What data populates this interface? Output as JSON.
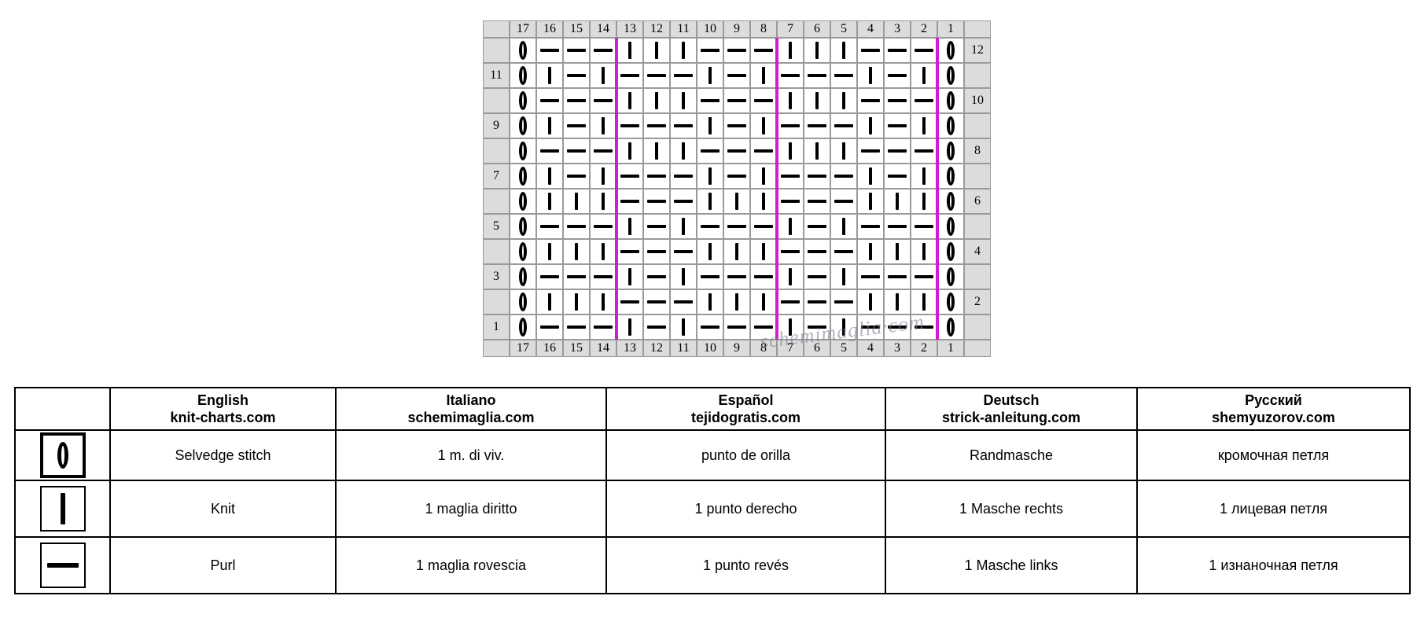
{
  "chart": {
    "column_numbers": [
      "17",
      "16",
      "15",
      "14",
      "13",
      "12",
      "11",
      "10",
      "9",
      "8",
      "7",
      "6",
      "5",
      "4",
      "3",
      "2",
      "1"
    ],
    "right_row_labels": [
      "12",
      "",
      "10",
      "",
      "8",
      "",
      "6",
      "",
      "4",
      "",
      "2",
      ""
    ],
    "left_row_labels": [
      "",
      "11",
      "",
      "9",
      "",
      "7",
      "",
      "5",
      "",
      "3",
      "",
      "1"
    ],
    "rows": [
      "SPPPKKKPPPKKKPPPS",
      "SKPKPPPKPKPPPKPKS",
      "SPPPKKKPPPKKKPPPS",
      "SKPKPPPKPKPPPKPKS",
      "SPPPKKKPPPKKKPPPS",
      "SKPKPPPKPKPPPKPKS",
      "SKKKPPPKKKPPPKKKS",
      "SPPPKPKPPPKPKPPPS",
      "SKKKPPPKKKPPPKKKS",
      "SPPPKPKPPPKPKPPPS",
      "SKKKPPPKKKPPPKKKS",
      "SPPPKPKPPPKPKPPPS"
    ],
    "repeat_line_color": "#d21cd2",
    "watermark": "schemimaglia·com"
  },
  "legend": {
    "headers": [
      {
        "lang": "English",
        "site": "knit-charts.com"
      },
      {
        "lang": "Italiano",
        "site": "schemimaglia.com"
      },
      {
        "lang": "Español",
        "site": "tejidogratis.com"
      },
      {
        "lang": "Deutsch",
        "site": "strick-anleitung.com"
      },
      {
        "lang": "Русский",
        "site": "shemyuzorov.com"
      }
    ],
    "rows": [
      {
        "symbol": "selvedge-stitch-icon",
        "labels": [
          "Selvedge stitch",
          "1 m. di viv.",
          "punto de orilla",
          "Randmasche",
          "кромочная петля"
        ]
      },
      {
        "symbol": "knit-icon",
        "labels": [
          "Knit",
          "1 maglia diritto",
          "1 punto derecho",
          "1 Masche rechts",
          "1 лицевая петля"
        ]
      },
      {
        "symbol": "purl-icon",
        "labels": [
          "Purl",
          "1 maglia rovescia",
          "1 punto revés",
          "1 Masche links",
          "1 изнаночная петля"
        ]
      }
    ]
  }
}
